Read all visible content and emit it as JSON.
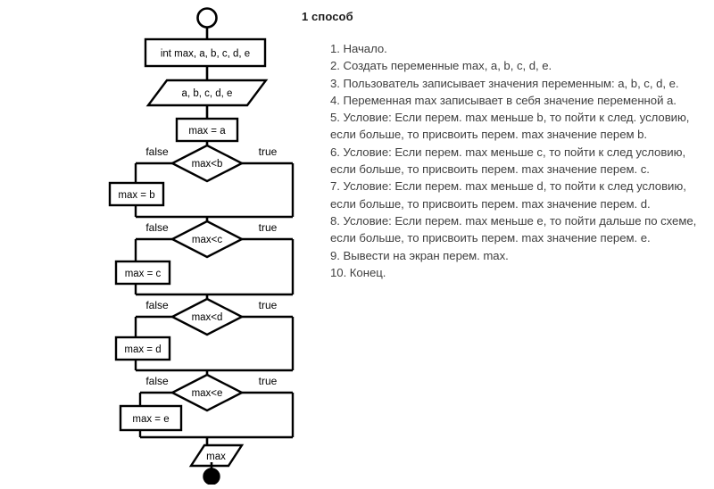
{
  "panel_title": "1 способ",
  "algorithm_steps": [
    "1. Начало.",
    "2. Создать переменные max, a, b, c, d, e.",
    "3. Пользователь записывает значения переменным: a, b, c, d, e.",
    "4. Переменная max записывает в себя значение переменной a.",
    "5. Условие: Если перем. max меньше b, то пойти к след. условию,",
    "если больше, то присвоить перем. max значение перем b.",
    "6. Условие: Если перем. max меньше c, то пойти к след условию,",
    "если больше, то присвоить перем. max значение перем. c.",
    "7. Условие: Если перем. max меньше d, то пойти к след условию,",
    "если больше, то присвоить перем. max значение перем. d.",
    "8. Условие: Если перем. max меньше e, то пойти дальше по схеме,",
    "если больше, то присвоить перем. max значение перем. e.",
    "9. Вывести на экран перем. max.",
    "10. Конец."
  ],
  "flowchart": {
    "start_node": "",
    "declare_box": "int max, a, b, c, d, e",
    "input_parallelogram": "a, b, c, d, e",
    "init_box": "max = a",
    "decisions": [
      {
        "condition": "max<b",
        "false_label": "false",
        "true_label": "true",
        "assign_box": "max = b"
      },
      {
        "condition": "max<c",
        "false_label": "false",
        "true_label": "true",
        "assign_box": "max = c"
      },
      {
        "condition": "max<d",
        "false_label": "false",
        "true_label": "true",
        "assign_box": "max = d"
      },
      {
        "condition": "max<e",
        "false_label": "false",
        "true_label": "true",
        "assign_box": "max = e"
      }
    ],
    "output_parallelogram": "max",
    "end_node": ""
  },
  "colors": {
    "stroke": "#000000",
    "fill": "#ffffff",
    "text": "#3f3f3f",
    "title": "#1b1b1b"
  }
}
